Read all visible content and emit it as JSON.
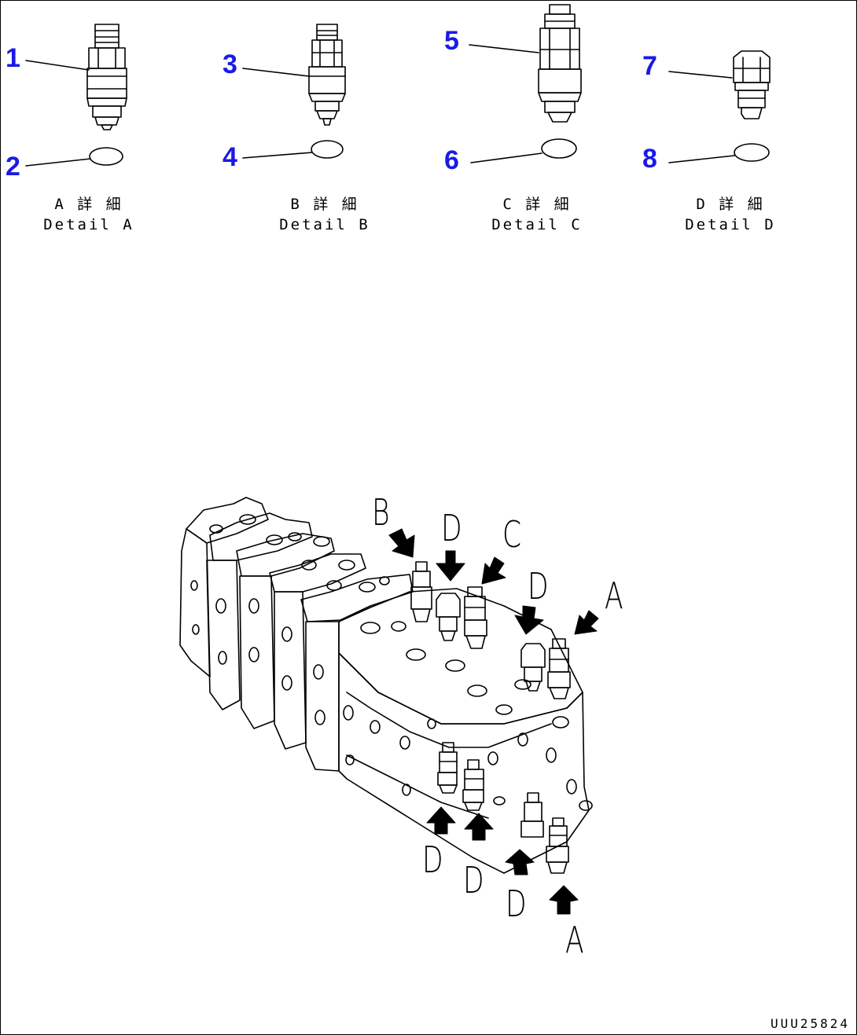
{
  "callouts": [
    "1",
    "2",
    "3",
    "4",
    "5",
    "6",
    "7",
    "8"
  ],
  "details": [
    {
      "jp": "A 詳 細",
      "en": "Detail A"
    },
    {
      "jp": "B 詳 細",
      "en": "Detail B"
    },
    {
      "jp": "C 詳 細",
      "en": "Detail C"
    },
    {
      "jp": "D 詳 細",
      "en": "Detail D"
    }
  ],
  "view_letters": [
    "B",
    "D",
    "C",
    "D",
    "A",
    "D",
    "D",
    "D",
    "A"
  ],
  "drawing_number": "UUU25824",
  "colors": {
    "callout": "#1a1ae6",
    "line": "#000000",
    "background": "#ffffff"
  }
}
